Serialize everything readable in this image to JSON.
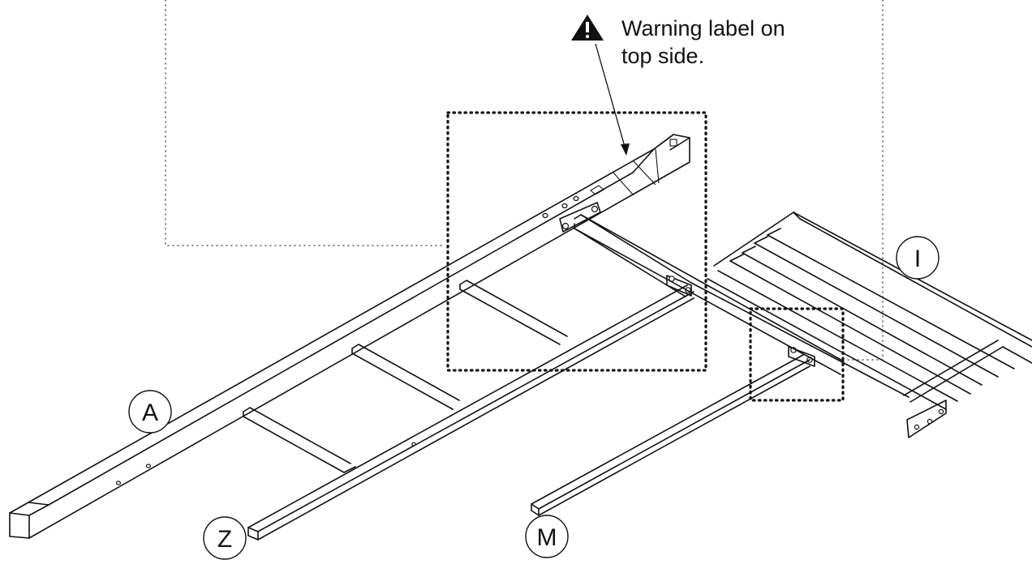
{
  "callouts": {
    "a": "A",
    "z": "Z",
    "m": "M",
    "i": "I"
  },
  "warning_note": {
    "line1": "Warning label on",
    "line2": "top side.",
    "icon": "warning-triangle-icon"
  }
}
